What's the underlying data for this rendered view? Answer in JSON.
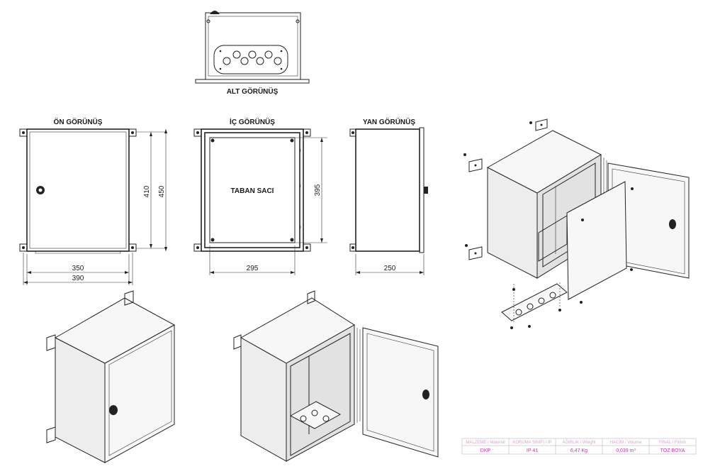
{
  "views": {
    "bottom": "ALT GÖRÜNÜŞ",
    "front": "ÖN GÖRÜNÜŞ",
    "inner": "İÇ GÖRÜNÜŞ",
    "side": "YAN GÖRÜNÜŞ"
  },
  "inner_plate_label": "TABAN SACI",
  "dimensions": {
    "front_height_inner": "410",
    "front_height_outer": "450",
    "front_width_inner": "350",
    "front_width_outer": "390",
    "plate_width": "295",
    "plate_height": "395",
    "side_depth": "250"
  },
  "title_block": {
    "headers": [
      "MALZEME / Material",
      "KORUMA SINIFI / IP",
      "AĞIRLIK / Weight",
      "HACİM / Volume",
      "FİNAL / Finish"
    ],
    "values": [
      "DKP",
      "IP 41",
      "6,47 Kg",
      "0,039 m³",
      "TOZ BOYA"
    ]
  },
  "colors": {
    "line": "#222222",
    "title_block_text": "#d12fb3"
  }
}
